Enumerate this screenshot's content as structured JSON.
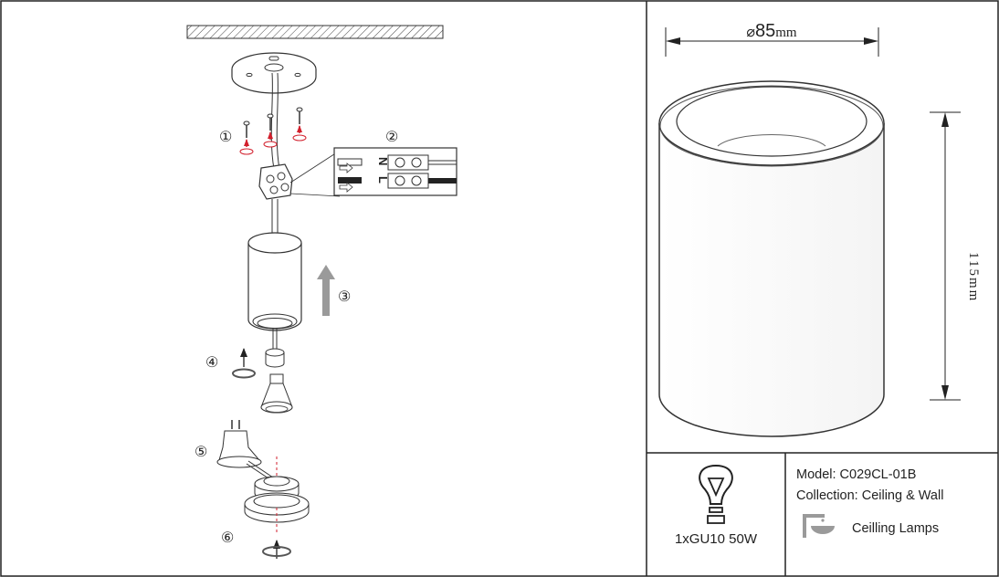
{
  "steps": {
    "s1": "①",
    "s2": "②",
    "s3": "③",
    "s4": "④",
    "s5": "⑤",
    "s6": "⑥"
  },
  "wiring": {
    "neutral": "N",
    "live": "L"
  },
  "dimensions": {
    "diameter_symbol": "⌀",
    "diameter_value": "85",
    "diameter_unit": "mm",
    "height": "115mm"
  },
  "specs": {
    "bulb": "1xGU10 50W",
    "model": "Model: C029CL-01B",
    "collection": "Collection: Ceiling & Wall",
    "category": "Ceilling Lamps"
  },
  "icons": {
    "bulb": "light-bulb-icon",
    "category": "ceiling-lamp-icon"
  }
}
